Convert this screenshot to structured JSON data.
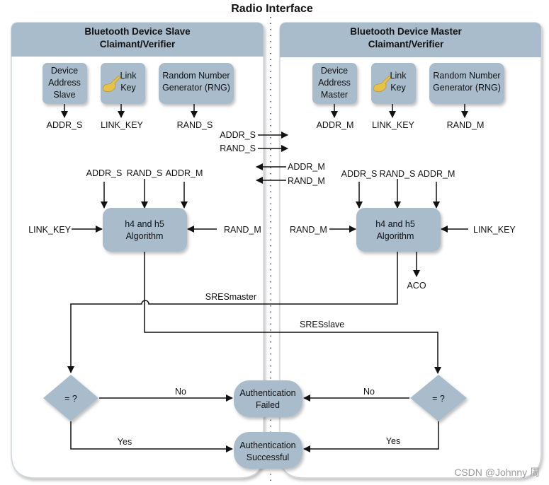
{
  "title": "Radio Interface",
  "colors": {
    "box_fill": "#a9bccb",
    "panel_header": "#a9bccb",
    "line": "#111111",
    "key_icon": "#e7c24a",
    "watermark": "#9a9a9a"
  },
  "slave": {
    "header_line1": "Bluetooth Device Slave",
    "header_line2": "Claimant/Verifier",
    "sources": [
      {
        "lines": [
          "Device",
          "Address",
          "Slave"
        ],
        "output": "ADDR_S"
      },
      {
        "lines": [
          "Link",
          "Key"
        ],
        "output": "LINK_KEY",
        "icon": "key-icon"
      },
      {
        "lines": [
          "Random Number",
          "Generator (RNG)"
        ],
        "output": "RAND_S"
      }
    ],
    "algorithm": {
      "lines": [
        "h4 and h5",
        "Algorithm"
      ],
      "top_inputs": [
        "ADDR_S",
        "RAND_S",
        "ADDR_M"
      ],
      "left_input": "LINK_KEY",
      "right_input": "RAND_M"
    },
    "compare": "= ?"
  },
  "master": {
    "header_line1": "Bluetooth Device Master",
    "header_line2": "Claimant/Verifier",
    "sources": [
      {
        "lines": [
          "Device",
          "Address",
          "Master"
        ],
        "output": "ADDR_M"
      },
      {
        "lines": [
          "Link",
          "Key"
        ],
        "output": "LINK_KEY",
        "icon": "key-icon"
      },
      {
        "lines": [
          "Random Number",
          "Generator (RNG)"
        ],
        "output": "RAND_M"
      }
    ],
    "algorithm": {
      "lines": [
        "h4 and h5",
        "Algorithm"
      ],
      "top_inputs": [
        "ADDR_S",
        "RAND_S",
        "ADDR_M"
      ],
      "left_input": "RAND_M",
      "right_input": "LINK_KEY",
      "extra_output": "ACO"
    },
    "compare": "= ?"
  },
  "exchange": {
    "to_master": [
      "ADDR_S",
      "RAND_S"
    ],
    "to_slave": [
      "ADDR_M",
      "RAND_M"
    ]
  },
  "signals": {
    "sres_master": "SRESmaster",
    "sres_slave": "SRESslave"
  },
  "branches": {
    "no": "No",
    "yes": "Yes"
  },
  "results": {
    "failed": [
      "Authentication",
      "Failed"
    ],
    "success": [
      "Authentication",
      "Successful"
    ]
  },
  "watermark": "CSDN @Johnny 周"
}
